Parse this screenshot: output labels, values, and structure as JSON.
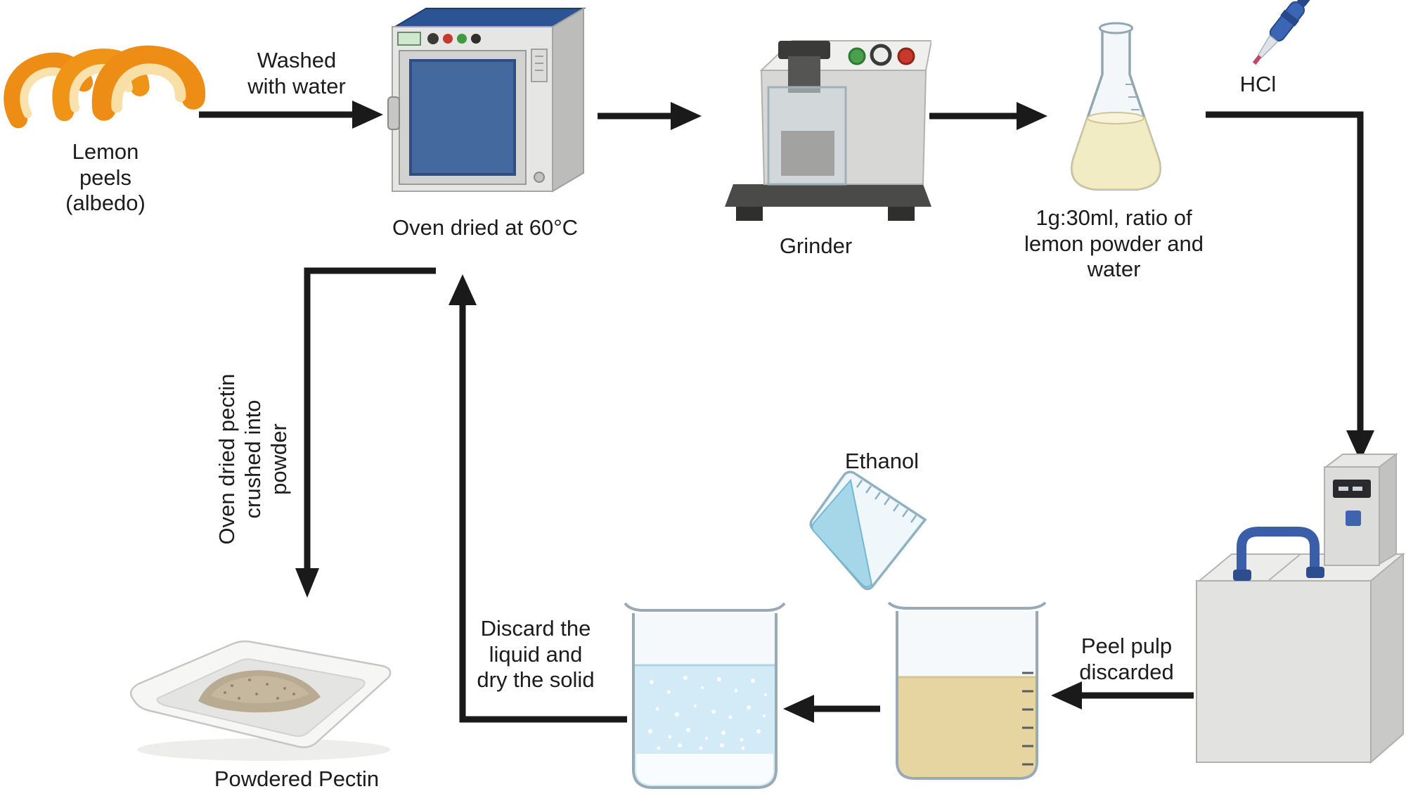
{
  "figure": {
    "name": "Pectin extraction flow diagram",
    "labels": {
      "lemon_peels": "Lemon\npeels\n(albedo)",
      "washed": "Washed\nwith water",
      "oven": "Oven dried at  60°C",
      "grinder": "Grinder",
      "flask_ratio": "1g:30ml, ratio of\nlemon powder and\nwater",
      "hcl": "HCl",
      "ethanol": "Ethanol",
      "peel_pulp": "Peel pulp\ndiscarded",
      "discard": "Discard the\nliquid and\ndry the solid",
      "crush": "Oven dried pectin\ncrushed into\npowder",
      "powdered_pectin": "Powdered Pectin"
    },
    "colors": {
      "background": "#ffffff",
      "arrow": "#1a1a1a",
      "text": "#1c1c1c",
      "peel_orange": "#ee8d15",
      "peel_inner": "#f9e2ae",
      "oven_door_blue": "#44699f",
      "oven_top_blue": "#2c5494",
      "flask_liquid": "#f2ecc4",
      "extract_tan": "#e6d5a0",
      "ethanol_blue": "#a5d7e9",
      "precipitate_blue": "#d2ebf6",
      "handle_blue": "#3a5fa8",
      "powder_beige": "#b4a68c"
    },
    "icons": [
      "lemon-peels-icon",
      "oven-icon",
      "grinder-icon",
      "erlenmeyer-flask-icon",
      "micropipette-icon",
      "water-bath-icon",
      "extract-beaker-icon",
      "ethanol-cup-icon",
      "precipitate-beaker-icon",
      "weighing-boat-icon"
    ]
  }
}
